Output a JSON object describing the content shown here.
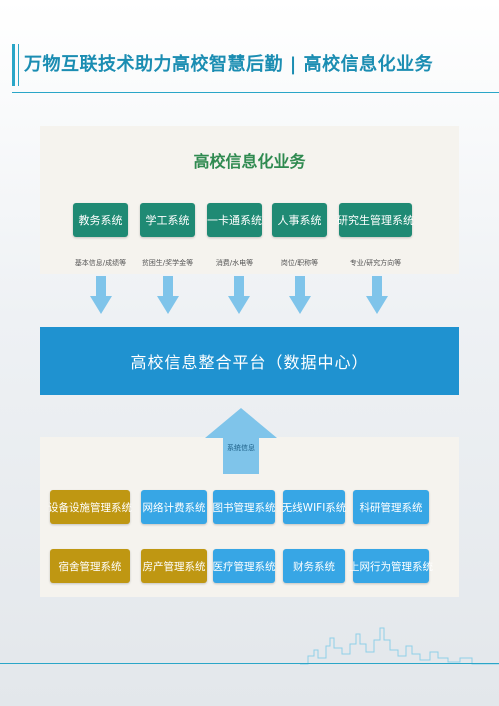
{
  "header": {
    "title": "万物互联技术助力高校智慧后勤 | 高校信息化业务"
  },
  "top_panel": {
    "title": "高校信息化业务",
    "systems": [
      {
        "label": "教务系统",
        "sub": "基本信息/成绩等"
      },
      {
        "label": "学工系统",
        "sub": "贫困生/奖学金等"
      },
      {
        "label": "一卡通系统",
        "sub": "消费/水电等"
      },
      {
        "label": "人事系统",
        "sub": "岗位/职称等"
      },
      {
        "label": "研究生管理系统",
        "sub": "专业/研究方向等"
      }
    ]
  },
  "platform": {
    "label": "高校信息整合平台（数据中心）"
  },
  "bottom_panel": {
    "arrow_label": "系统信息",
    "row1": [
      {
        "label": "设备设施管理系统",
        "color": "gold"
      },
      {
        "label": "网络计费系统",
        "color": "blue"
      },
      {
        "label": "图书管理系统",
        "color": "blue"
      },
      {
        "label": "无线WIFI系统",
        "color": "blue"
      },
      {
        "label": "科研管理系统",
        "color": "blue"
      }
    ],
    "row2": [
      {
        "label": "宿舍管理系统",
        "color": "gold"
      },
      {
        "label": "房产管理系统",
        "color": "gold"
      },
      {
        "label": "医疗管理系统",
        "color": "blue"
      },
      {
        "label": "财务系统",
        "color": "blue"
      },
      {
        "label": "上网行为管理系统",
        "color": "blue"
      }
    ]
  },
  "colors": {
    "accent": "#1b8db2",
    "teal": "#1f8a74",
    "platform_blue": "#1f92d0",
    "gold": "#bf9712",
    "light_blue": "#37a6e5",
    "arrow": "#7fc4ea"
  }
}
